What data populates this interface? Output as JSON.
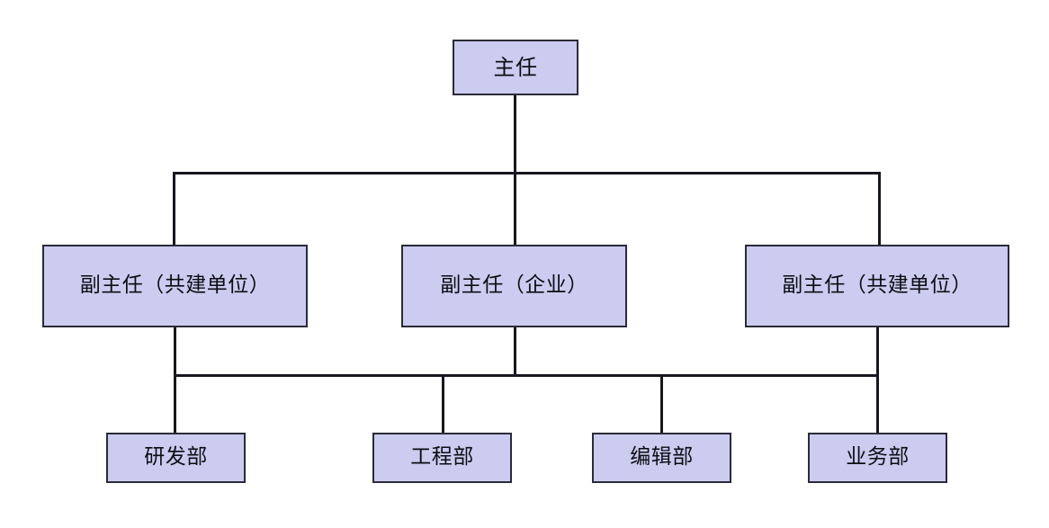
{
  "diagram": {
    "type": "organization-chart",
    "orientation": "top-down",
    "levels": 3,
    "style": {
      "node_fill": "#ccccf0",
      "node_border": "#2b2b38",
      "connector_color": "#171720",
      "background": "#ffffff",
      "text_color": "#0d0d14"
    },
    "nodes": {
      "director": {
        "label": "主任",
        "level": 1
      },
      "deputy_left": {
        "label": "副主任（共建单位）",
        "level": 2
      },
      "deputy_center": {
        "label": "副主任（企业）",
        "level": 2
      },
      "deputy_right": {
        "label": "副主任（共建单位）",
        "level": 2
      },
      "dept_rd": {
        "label": "研发部",
        "level": 3
      },
      "dept_engineering": {
        "label": "工程部",
        "level": 3
      },
      "dept_editorial": {
        "label": "编辑部",
        "level": 3
      },
      "dept_business": {
        "label": "业务部",
        "level": 3
      }
    }
  }
}
